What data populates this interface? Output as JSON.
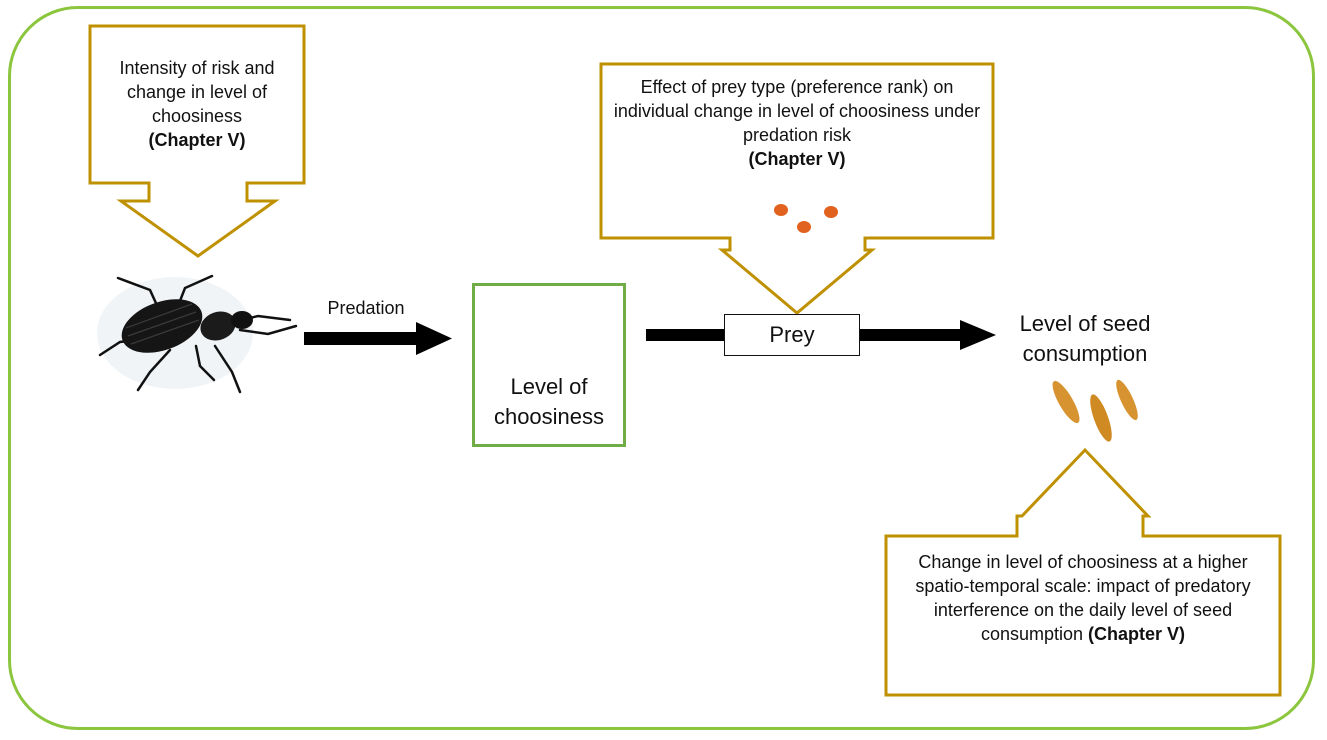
{
  "callout_top_left": {
    "text": "Intensity of risk and change in level of choosiness",
    "chapter": "(Chapter V)"
  },
  "callout_top_right": {
    "text": "Effect of prey type (preference rank) on individual change in level of choosiness under predation risk",
    "chapter": "(Chapter V)"
  },
  "callout_bottom_right": {
    "text": "Change in level of choosiness at a higher spatio-temporal scale: impact of predatory interference on the daily level of seed consumption",
    "chapter": "(Chapter V)"
  },
  "predation_label": "Predation",
  "choosiness_label": "Level of choosiness",
  "prey_label": "Prey",
  "seed_label": "Level of seed consumption",
  "colors": {
    "frame": "#8cc63f",
    "callout_border": "#bf9000",
    "choosiness_box": "#70ad47",
    "arrow": "#000000"
  },
  "icons": [
    "ground-beetle-icon",
    "green-beetle-icon",
    "prey-seeds-icon",
    "seed-consumption-icon"
  ]
}
